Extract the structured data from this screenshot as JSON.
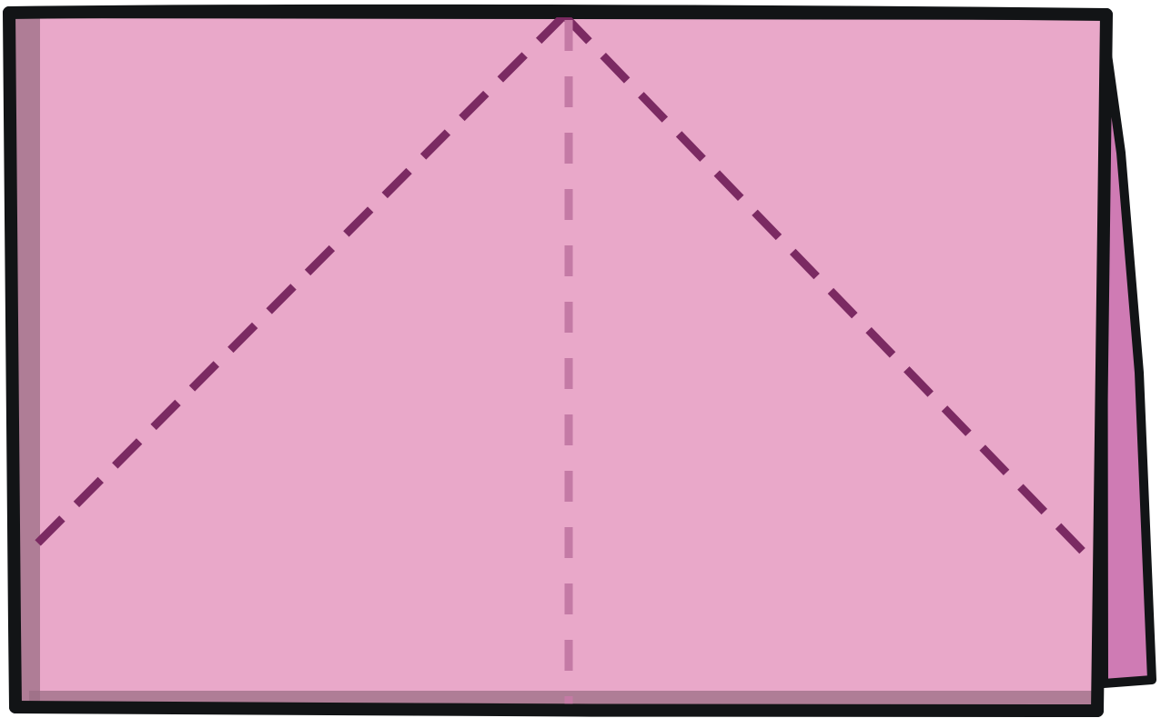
{
  "diagram": {
    "kind": "origami-fold-diagram",
    "paper": {
      "state": "folded in half",
      "front_color": "#e9a8c9",
      "back_flap_color": "#cf7bb4",
      "edge_shadow_color": "#9b6f84",
      "outline_color": "#121416"
    },
    "fold_lines": [
      {
        "name": "diagonal-fold-left",
        "style": "dashed",
        "color": "#7b2a62"
      },
      {
        "name": "diagonal-fold-right",
        "style": "dashed",
        "color": "#7b2a62"
      },
      {
        "name": "center-crease",
        "style": "dashed",
        "color": "#c47aa5"
      }
    ]
  }
}
